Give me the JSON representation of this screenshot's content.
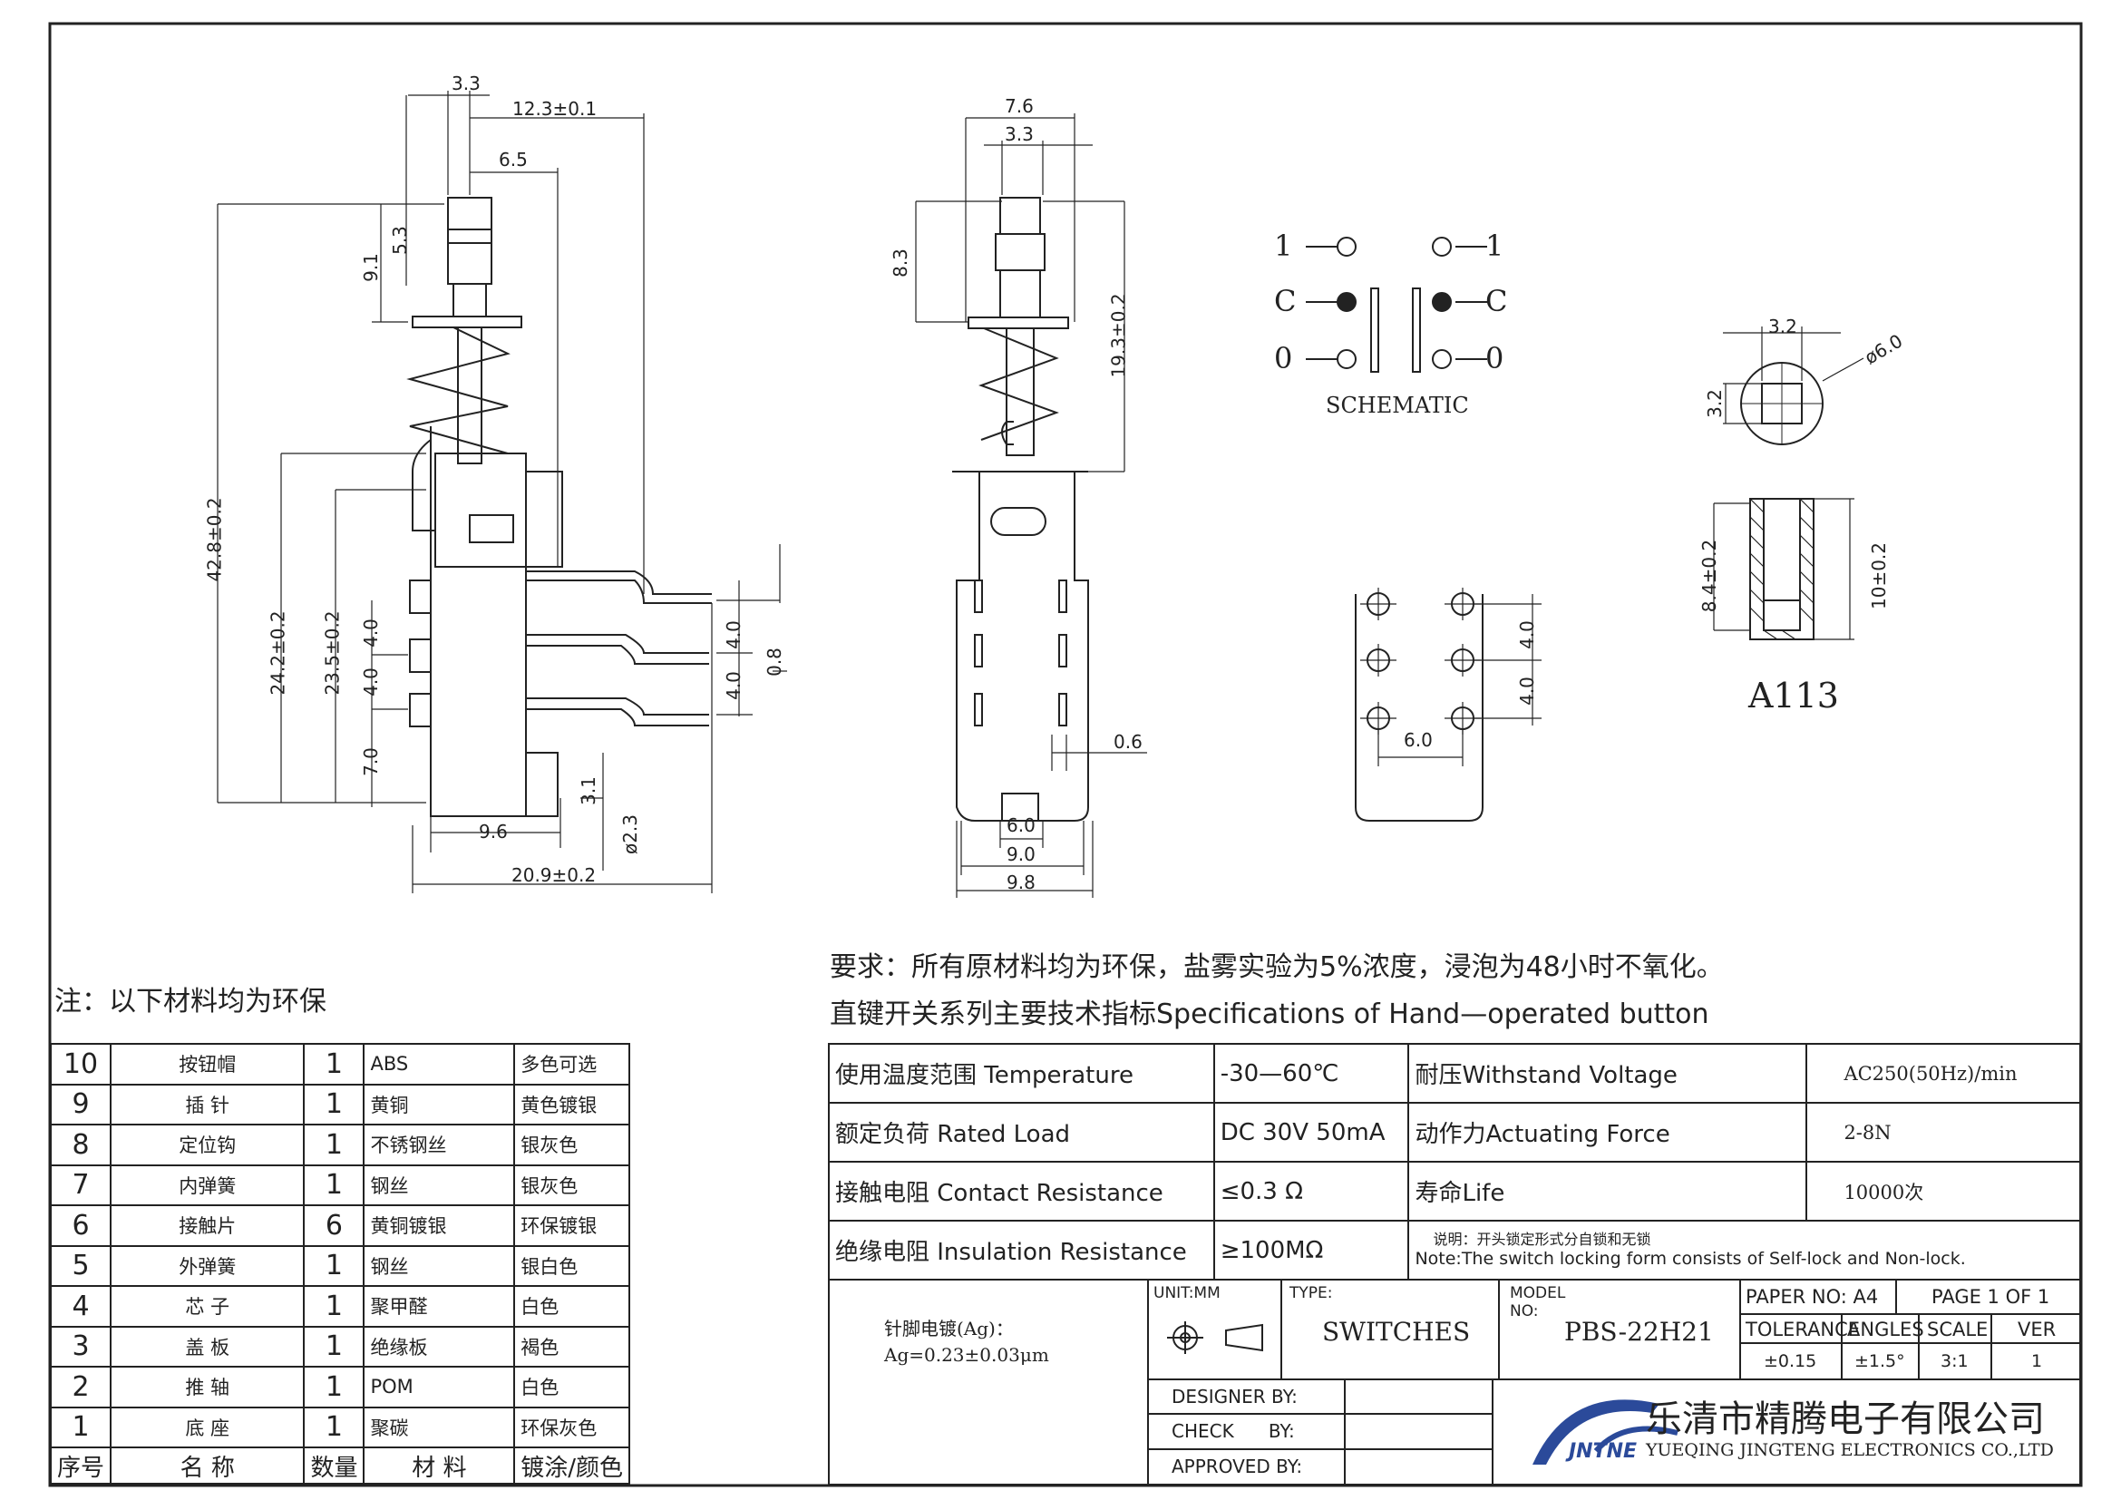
{
  "dimensions": {
    "side_view": [
      "3.3",
      "12.3±0.1",
      "6.5",
      "9.1",
      "5.3",
      "42.8±0.2",
      "24.2±0.2",
      "23.5±0.2",
      "4.0",
      "4.0",
      "4.0",
      "4.0",
      "7.0",
      "0.8",
      "3.1",
      "9.6",
      "20.9±0.2",
      "ø2.3"
    ],
    "front_view": [
      "7.6",
      "3.3",
      "8.3",
      "19.3±0.2",
      "0.6",
      "6.0",
      "9.0",
      "9.8"
    ],
    "pcb_view": [
      "4.0",
      "4.0",
      "6.0"
    ],
    "cap_view": [
      "3.2",
      "3.2",
      "ø6.0",
      "8.4±0.2",
      "10±0.2"
    ]
  },
  "schematic": {
    "labels": [
      "1",
      "C",
      "0",
      "1",
      "C",
      "0"
    ],
    "caption": "SCHEMATIC"
  },
  "cap_model": "A113",
  "notes": {
    "materials_note": "注：以下材料均为环保",
    "requirement": "要求：所有原材料均为环保，盐雾实验为5%浓度，浸泡为48小时不氧化。",
    "spec_title": "直键开关系列主要技术指标Specifications of Hand—operated button"
  },
  "bom": {
    "headers": [
      "序号",
      "名 称",
      "数量",
      "材 料",
      "镀涂/颜色"
    ],
    "rows": [
      [
        "10",
        "按钮帽",
        "1",
        "ABS",
        "多色可选"
      ],
      [
        "9",
        "插 针",
        "1",
        "黄铜",
        "黄色镀银"
      ],
      [
        "8",
        "定位钩",
        "1",
        "不锈钢丝",
        "银灰色"
      ],
      [
        "7",
        "内弹簧",
        "1",
        "钢丝",
        "银灰色"
      ],
      [
        "6",
        "接触片",
        "6",
        "黄铜镀银",
        "环保镀银"
      ],
      [
        "5",
        "外弹簧",
        "1",
        "钢丝",
        "银白色"
      ],
      [
        "4",
        "芯 子",
        "1",
        "聚甲醛",
        "白色"
      ],
      [
        "3",
        "盖 板",
        "1",
        "绝缘板",
        "褐色"
      ],
      [
        "2",
        "推 轴",
        "1",
        "POM",
        "白色"
      ],
      [
        "1",
        "底 座",
        "1",
        "聚碳",
        "环保灰色"
      ]
    ]
  },
  "specs": [
    [
      "使用温度范围 Temperature",
      "-30—60℃",
      "耐压Withstand Voltage",
      "AC250(50Hz)/min"
    ],
    [
      "额定负荷 Rated Load",
      "DC 30V 50mA",
      "动作力Actuating Force",
      "2-8N"
    ],
    [
      "接触电阻 Contact Resistance",
      "≤0.3 Ω",
      "寿命Life",
      "10000次"
    ],
    [
      "绝缘电阻 Insulation Resistance",
      "≥100MΩ",
      "说明：开头锁定形式分自锁和无锁",
      "Note:The switch locking form consists of Self-lock and Non-lock."
    ]
  ],
  "title_block": {
    "plating_label": "针脚电镀(Ag)：",
    "plating_value": "Ag=0.23±0.03μm",
    "unit": "UNIT:MM",
    "type_label": "TYPE:",
    "type_value": "SWITCHES",
    "model_label": "MODEL",
    "model_no_label": "NO:",
    "model_value": "PBS-22H21",
    "paper": "PAPER NO: A4",
    "page": "PAGE 1 OF 1",
    "tolerance_label": "TOLERANCE",
    "angles_label": "ANGLES",
    "scale_label": "SCALE",
    "ver_label": "VER",
    "tolerance_value": "±0.15",
    "angles_value": "±1.5°",
    "scale_value": "3:1",
    "ver_value": "1",
    "designer": "DESIGNER BY:",
    "check": "CHECK      BY:",
    "approved": "APPROVED BY:",
    "company_cn": "乐清市精腾电子有限公司",
    "company_en": "YUEQING JINGTENG ELECTRONICS CO.,LTD",
    "logo_text": "JNTNE"
  }
}
